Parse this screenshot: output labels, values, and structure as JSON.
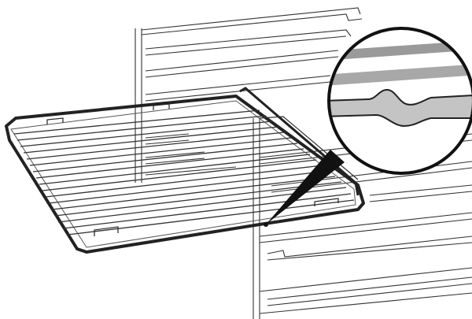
{
  "diagram": {
    "subject": "oven-shelf-insertion",
    "icons": [
      "wire-shelf",
      "side-rack-runners",
      "magnified-detail-callout"
    ],
    "colors": {
      "background": "#ffffff",
      "outline": "#222222",
      "frame_thick": "#2b2b2b",
      "rail_fill": "#c8c8c8",
      "rail_dark": "#9a9a9a",
      "zoom_fill": "#d9d9d9",
      "pointer": "#111111"
    }
  }
}
